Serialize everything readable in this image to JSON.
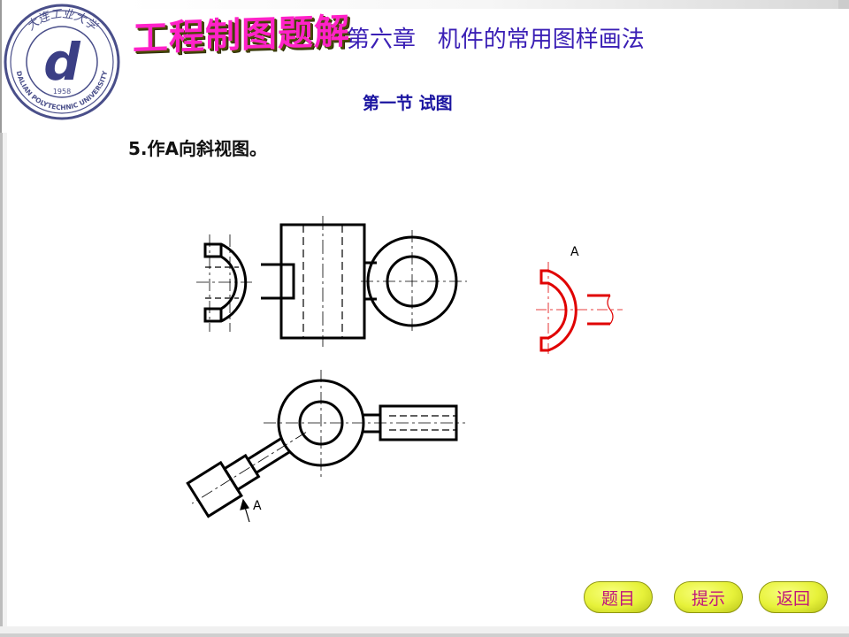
{
  "header": {
    "logo": {
      "ring_text_top": "大连工业大学",
      "ring_text_bottom": "DALIAN POLYTECHNIC UNIVERSITY",
      "center_letter": "d",
      "year": "1958"
    },
    "banner_title": "工程制图题解",
    "chapter_title": "第六章   机件的常用图样画法"
  },
  "content": {
    "section_title": "第一节 试图",
    "problem_text": "5.作A向斜视图。",
    "view_label_top": "A",
    "view_label_arrow": "A"
  },
  "nav": {
    "btn_topic": "题目",
    "btn_hint": "提示",
    "btn_back": "返回"
  },
  "colors": {
    "answer_red": "#e00000",
    "line_black": "#000000",
    "button_yellow": "#e7f23a",
    "button_text": "#c0147a",
    "chapter_blue": "#3a1fb5",
    "banner_magenta": "#ff22c8"
  }
}
